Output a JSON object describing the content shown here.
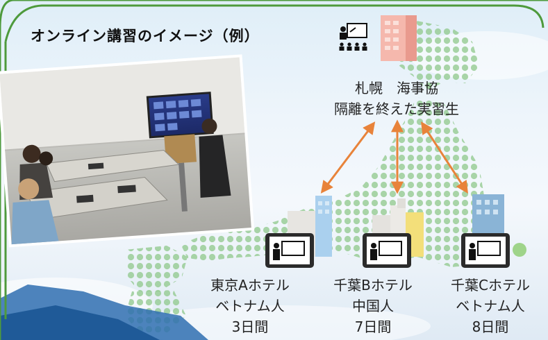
{
  "title": "オンライン講習のイメージ（例）",
  "center": {
    "line1": "札幌　海事協",
    "line2": "隔離を終えた実習生"
  },
  "sites": [
    {
      "name": "東京Aホテル",
      "people": "ベトナム人",
      "duration": "3日間"
    },
    {
      "name": "千葉Bホテル",
      "people": "中国人",
      "duration": "7日間"
    },
    {
      "name": "千葉Cホテル",
      "people": "ベトナム人",
      "duration": "8日間"
    }
  ],
  "colors": {
    "accent_arrow": "#e8833a",
    "frame_border": "#4e9a3c",
    "map_dots": "#8fc88a",
    "bottom_band": "#2f6fb0"
  },
  "icons": [
    "lecturer-icon",
    "office-building-icon",
    "tablet-lecture-icon",
    "hotel-building-icon"
  ]
}
